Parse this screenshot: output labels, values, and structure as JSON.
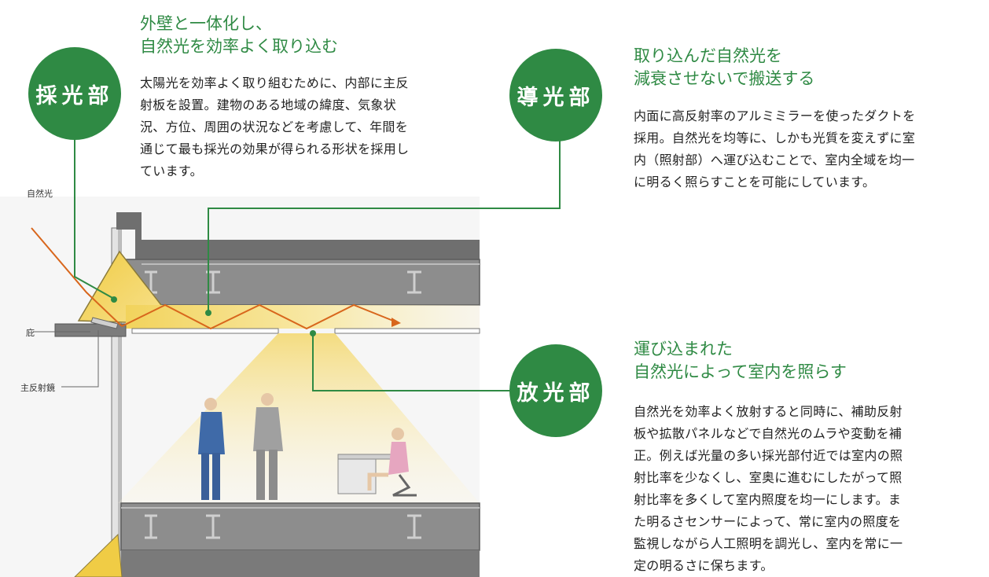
{
  "saikou": {
    "circle": "採光部",
    "heading": [
      "外壁と一体化し、",
      "自然光を効率よく取り込む"
    ],
    "body": [
      "太陽光を効率よく取り組むために、内部に主反",
      "射板を設置。建物のある地域の緯度、気象状",
      "況、方位、周囲の状況などを考慮して、年間を",
      "通じて最も採光の効果が得られる形状を採用し",
      "ています。"
    ]
  },
  "doukou": {
    "circle": "導光部",
    "heading": [
      "取り込んだ自然光を",
      "減衰させないで搬送する"
    ],
    "body": [
      "内面に高反射率のアルミミラーを使ったダクトを",
      "採用。自然光を均等に、しかも光質を変えずに室",
      "内（照射部）へ運び込むことで、室内全域を均一",
      "に明るく照らすことを可能にしています。"
    ]
  },
  "houkou": {
    "circle": "放光部",
    "heading": [
      "運び込まれた",
      "自然光によって室内を照らす"
    ],
    "body": [
      "自然光を効率よく放射すると同時に、補助反射",
      "板や拡散パネルなどで自然光のムラや変動を補",
      "正。例えば光量の多い採光部付近では室内の照",
      "射比率を少なくし、室奥に進むにしたがって照",
      "射比率を多くして室内照度を均一にします。ま",
      "た明るさセンサーによって、常に室内の照度を",
      "監視しながら人工照明を調光し、室内を常に一",
      "定の明るさに保ちます。"
    ]
  },
  "labels": {
    "natural_light": "自然光",
    "eave": "庇",
    "main_reflector": "主反射鏡"
  },
  "colors": {
    "green": "#2f8a44",
    "concrete": "#8d8d8d",
    "light": "#f3d56a",
    "ray": "#d8661c"
  }
}
